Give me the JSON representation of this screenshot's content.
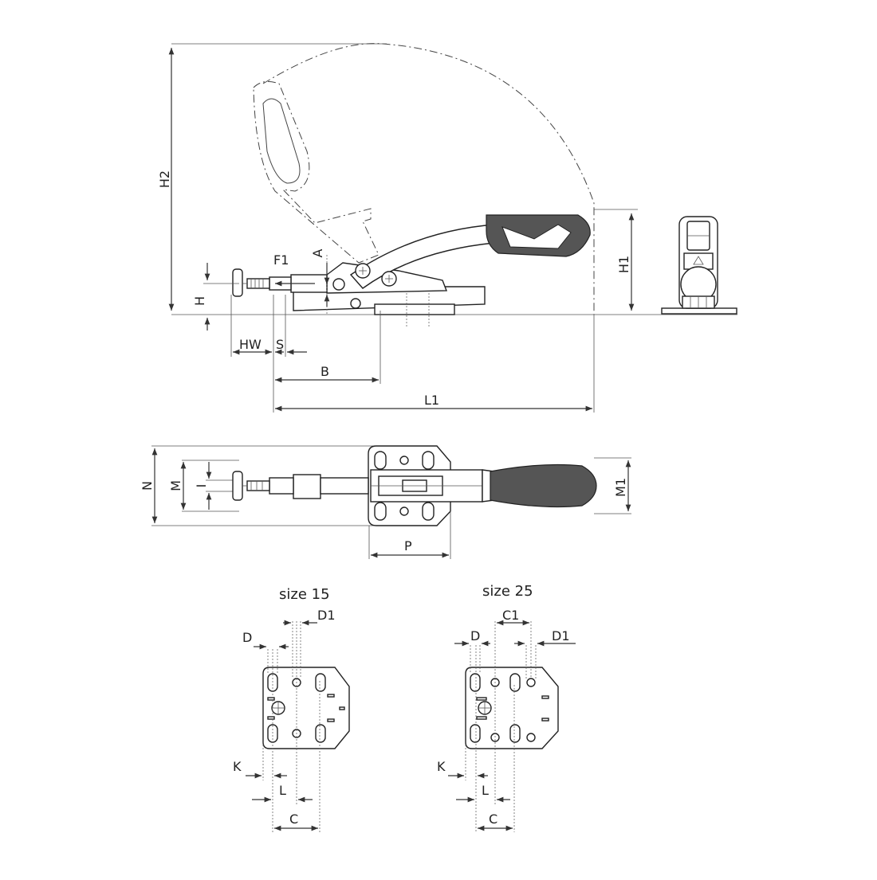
{
  "dimensions": {
    "H2": "H2",
    "H1": "H1",
    "H": "H",
    "A": "A",
    "F1": "F1",
    "HW": "HW",
    "S": "S",
    "B": "B",
    "L1": "L1",
    "N": "N",
    "M": "M",
    "I": "I",
    "M1": "M1",
    "P": "P"
  },
  "size15": {
    "title": "size 15",
    "D": "D",
    "D1": "D1",
    "K": "K",
    "L": "L",
    "C": "C"
  },
  "size25": {
    "title": "size 25",
    "D": "D",
    "C1": "C1",
    "D1": "D1",
    "K": "K",
    "L": "L",
    "C": "C"
  },
  "colors": {
    "line": "#333333",
    "grip": "#555555",
    "background": "#ffffff"
  }
}
